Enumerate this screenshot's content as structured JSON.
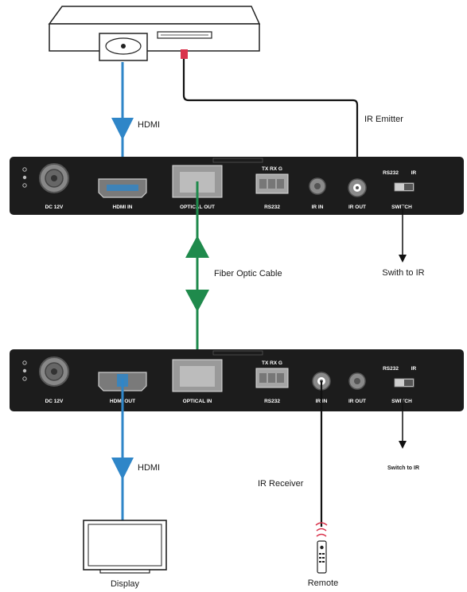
{
  "top_unit": {
    "ports": {
      "power": "DC 12V",
      "hdmi": "HDMI  IN",
      "optical": "OPTICAL  OUT",
      "rs232_pins": "TX RX  G",
      "rs232": "RS232",
      "ir_in": "IR IN",
      "ir_out": "IR OUT",
      "switch_left": "RS232",
      "switch_right": "IR",
      "switch": "SWITCH"
    }
  },
  "bottom_unit": {
    "ports": {
      "power": "DC 12V",
      "hdmi": "HDMI  OUT",
      "optical": "OPTICAL IN",
      "rs232_pins": "TX RX  G",
      "rs232": "RS232",
      "ir_in": "IR IN",
      "ir_out": "IR OUT",
      "switch_left": "RS232",
      "switch_right": "IR",
      "switch": "SWITCH"
    }
  },
  "labels": {
    "hdmi_top": "HDMI",
    "ir_emitter": "IR Emitter",
    "fiber": "Fiber Optic Cable",
    "switch_ir_top": "Swith to IR",
    "hdmi_bottom": "HDMI",
    "ir_receiver": "IR Receiver",
    "switch_ir_bottom": "Switch to IR",
    "display": "Display",
    "remote": "Remote"
  },
  "colors": {
    "hdmi_cable": "#2f86c8",
    "fiber_cable": "#1f8a4c",
    "panel": "#1c1c1c",
    "ir_tip": "#d9334c"
  }
}
